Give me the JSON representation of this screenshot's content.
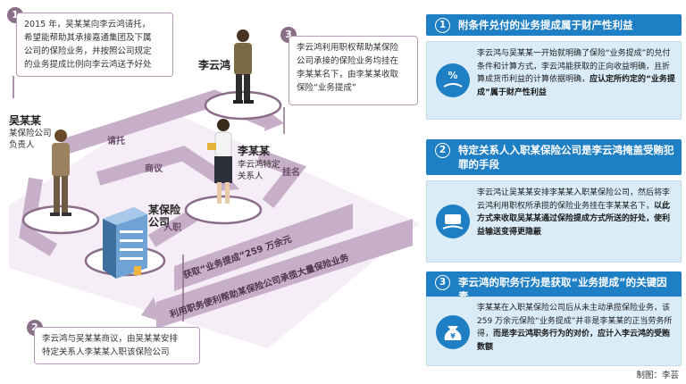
{
  "title_numbers": [
    "1",
    "2",
    "3"
  ],
  "boxes": {
    "b1": "2015 年，吴某某向李云鸿请托，\n希望能帮助其承接嘉通集团及下属\n公司的保险业务，并按照公司规定\n的业务提成比例向李云鸿送予好处",
    "b2": "李云鸿与吴某某商议，由吴某某安排\n特定关系人李某某入职该保险公司",
    "b3": "李云鸿利用职权帮助某保险\n公司承接的保险业务均挂在\n李某某名下，由李某某收取\n保险“业务提成”"
  },
  "people": {
    "wu": {
      "name": "吴某某",
      "role": "某保险公司\n负责人"
    },
    "li_yh": {
      "name": "李云鸿"
    },
    "li_mm": {
      "name": "李某某",
      "role": "李云鸿特定\n关系人"
    }
  },
  "company": "某保险\n公司",
  "flow_labels": {
    "request": "请托",
    "discuss": "商议",
    "hang": "挂名",
    "join": "入职",
    "obtain": "获取“业务提成”259 万余元",
    "use": "利用职务便利帮助某保险公司承揽大量保险业务"
  },
  "credit": "制图：李芸",
  "panels": [
    {
      "num": "1",
      "heading": "附条件兑付的业务提成属于财产性利益",
      "text_plain": "李云鸿与吴某某一开始就明确了保险“业务提成”的兑付条件和计算方式，李云鸿能获取的正向收益明确，且折算成货币利益的计算依据明确，",
      "text_bold": "应认定所约定的“业务提成”属于财产性利益",
      "icon": "percent-hand-icon"
    },
    {
      "num": "2",
      "heading": "特定关系人入职某保险公司是李云鸿掩盖受贿犯罪的手段",
      "text_plain": "李云鸿让吴某某安排李某某入职某保险公司，然后将李云鸿利用职权所承揽的保险业务挂在李某某名下，",
      "text_bold": "以此方式来收取吴某某通过保险提成方式所送的好处，使利益输送变得更隐蔽",
      "icon": "money-hand-icon"
    },
    {
      "num": "3",
      "heading": "李云鸿的职务行为是获取“业务提成”的关键因素",
      "text_plain": "李某某在入职某保险公司后从未主动承揽保险业务，该 259 万余元保险“业务提成”并非是李某某的正当劳务所得，",
      "text_bold": "而是李云鸿职务行为的对价，应计入李云鸿的受贿数额",
      "icon": "money-bag-icon"
    }
  ],
  "colors": {
    "accent": "#1f7fc4",
    "panel_bg": "#d9ecf8",
    "flow": "#c2a8c6",
    "circle": "#8b6d8a"
  }
}
